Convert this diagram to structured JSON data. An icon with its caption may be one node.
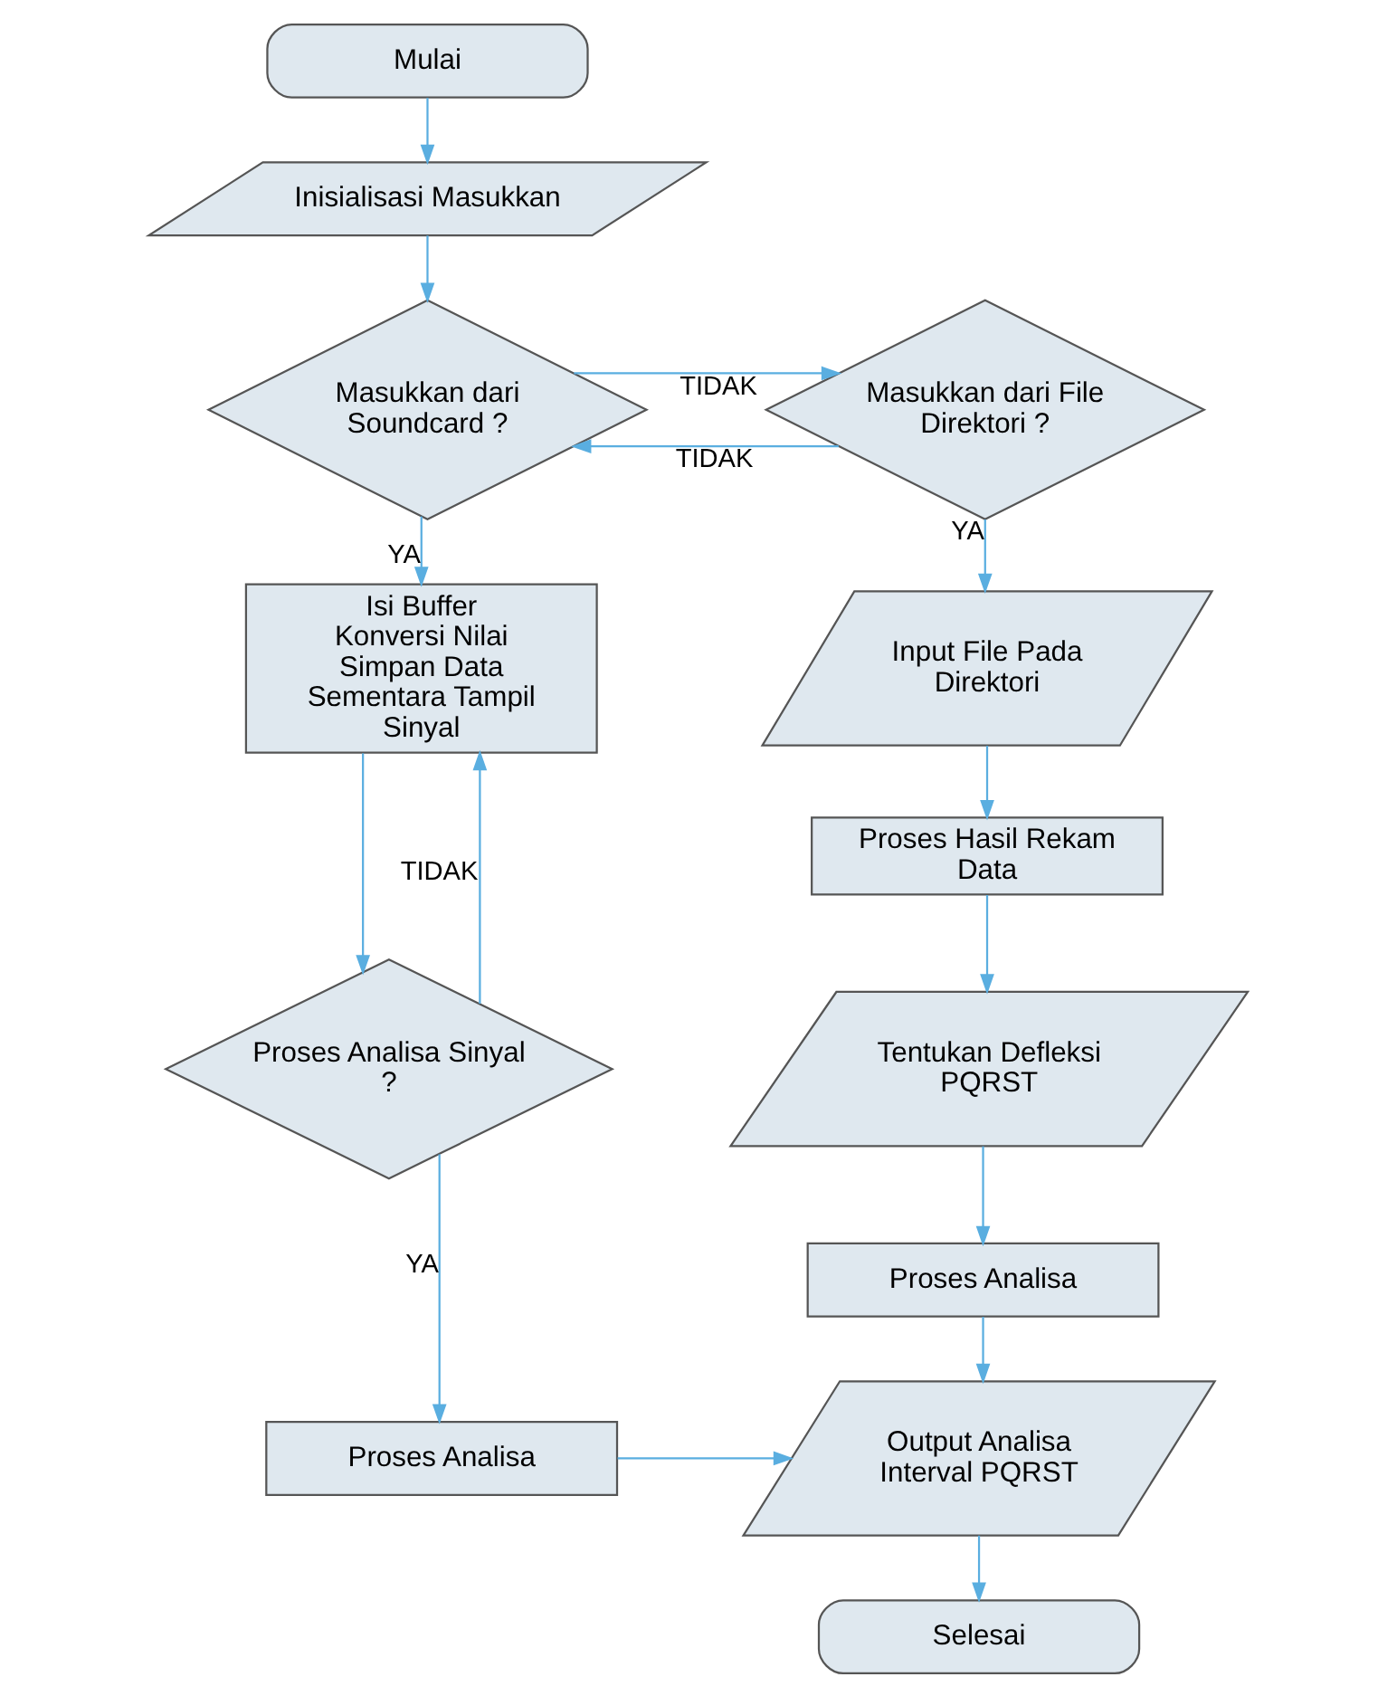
{
  "diagram": {
    "nodes": [
      {
        "text": [
          "Mulai"
        ]
      },
      {
        "text": [
          "Inisialisasi Masukkan"
        ]
      },
      {
        "text": [
          "Masukkan dari Soundcard ?"
        ]
      },
      {
        "text": [
          "Masukkan dari File Direktori ?"
        ]
      },
      {
        "text": [
          "Isi Buffer Konversi Nilai Simpan Data Sementara Tampil Sinyal"
        ]
      },
      {
        "text": [
          "Input File Pada Direktori"
        ]
      },
      {
        "text": [
          "Proses Hasil Rekam Data"
        ]
      },
      {
        "text": [
          "Proses Analisa Sinyal ?"
        ]
      },
      {
        "text": [
          "Tentukan Defleksi PQRST"
        ]
      },
      {
        "text": [
          "Proses Analisa"
        ]
      },
      {
        "text": [
          "Proses Analisa"
        ]
      },
      {
        "text": [
          "Output Analisa Interval PQRST"
        ]
      },
      {
        "text": [
          "Selesai"
        ]
      }
    ],
    "edges": [
      {
        "from": 0,
        "to": 1,
        "arrow": "to"
      },
      {
        "from": 1,
        "to": 2,
        "arrow": "to"
      },
      {
        "from": 2,
        "to": 3,
        "label": "TIDAK",
        "arrow": "to"
      },
      {
        "from": 3,
        "to": 2,
        "label": "TIDAK",
        "arrow": "to"
      },
      {
        "from": 2,
        "to": 4,
        "label": "YA",
        "arrow": "to"
      },
      {
        "from": 3,
        "to": 5,
        "label": "YA",
        "arrow": "to"
      },
      {
        "from": 4,
        "to": 7,
        "arrow": "to"
      },
      {
        "from": 7,
        "to": 4,
        "label": "TIDAK",
        "arrow": "to"
      },
      {
        "from": 7,
        "to": 10,
        "label": "YA",
        "arrow": "to"
      },
      {
        "from": 5,
        "to": 6,
        "arrow": "to"
      },
      {
        "from": 6,
        "to": 8,
        "arrow": "to"
      },
      {
        "from": 8,
        "to": 9,
        "arrow": "to"
      },
      {
        "from": 9,
        "to": 11,
        "arrow": "to"
      },
      {
        "from": 10,
        "to": 11,
        "arrow": "to"
      },
      {
        "from": 11,
        "to": 12,
        "arrow": "to"
      }
    ]
  }
}
